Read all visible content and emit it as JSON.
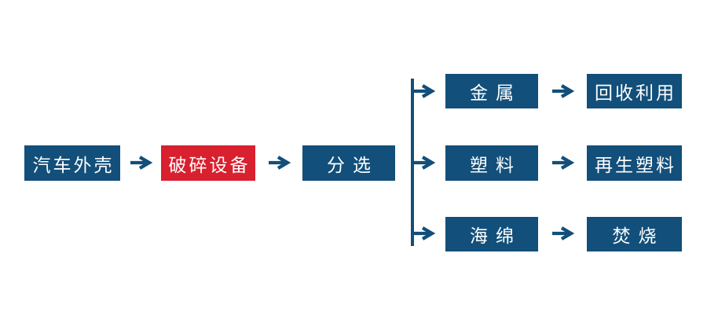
{
  "colors": {
    "node-blue": "#124f7a",
    "node-red": "#d8202e",
    "text": "#ffffff"
  },
  "flow": {
    "nodes": [
      {
        "id": "car-shell",
        "label": "汽车外壳"
      },
      {
        "id": "crushing-equipment",
        "label": "破碎设备"
      },
      {
        "id": "sorting",
        "label": "分选"
      }
    ]
  },
  "branches": [
    {
      "material": "金属",
      "result": "回收利用"
    },
    {
      "material": "塑料",
      "result": "再生塑料"
    },
    {
      "material": "海绵",
      "result": "焚烧"
    }
  ]
}
